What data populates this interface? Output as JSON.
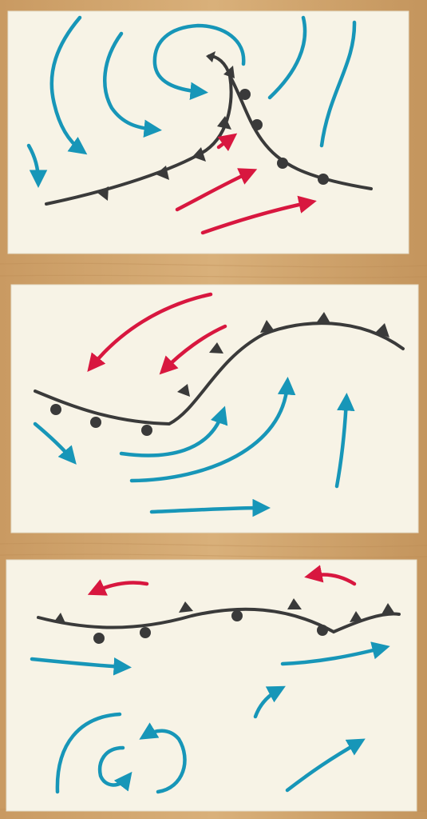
{
  "photo": {
    "subject": "three-hand-drawn-weather-front-cards",
    "table": {
      "colors": [
        "#c9a06a",
        "#d8b07c",
        "#b98d58"
      ]
    },
    "card_color": "#f7f3e6",
    "ink": {
      "front": "#3a3a3a",
      "cold_air": "#1796b8",
      "warm_air": "#d8173f"
    }
  },
  "cards": [
    {
      "id": "card-1",
      "content": "occluded-low-cyclone-with-cold-and-warm-fronts"
    },
    {
      "id": "card-2",
      "content": "wavy-stationary-front"
    },
    {
      "id": "card-3",
      "content": "stationary-front-with-cold-air-eddies"
    }
  ]
}
